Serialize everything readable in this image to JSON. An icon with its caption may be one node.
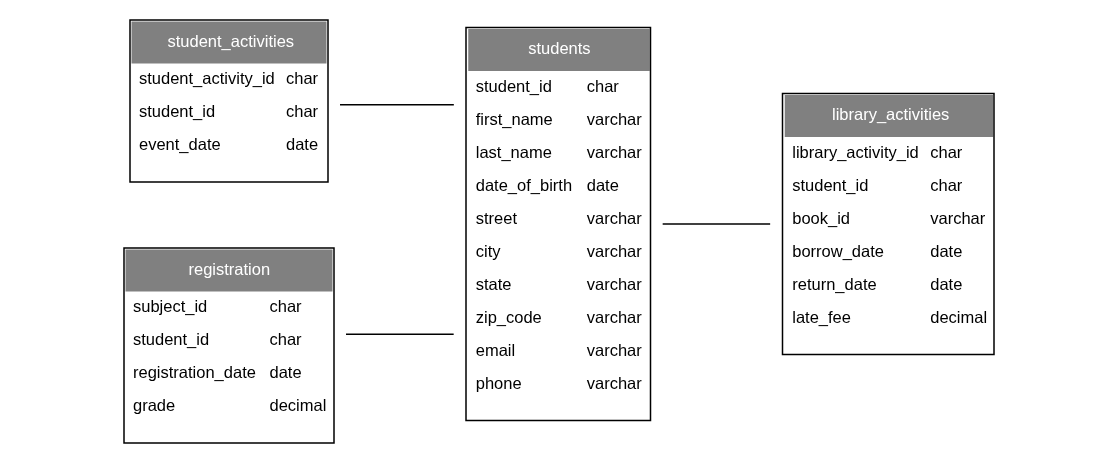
{
  "diagram": {
    "nodes": [
      {
        "text": [
          "student_activities",
          "student_activity_id",
          "char",
          "student_id",
          "char",
          "event_date",
          "date"
        ]
      },
      {
        "text": [
          "registration",
          "subject_id",
          "char",
          "student_id",
          "char",
          "registration_date",
          "date",
          "grade",
          "decimal"
        ]
      },
      {
        "text": [
          "students",
          "student_id",
          "char",
          "first_name",
          "varchar",
          "last_name",
          "varchar",
          "date_of_birth",
          "date",
          "street",
          "varchar",
          "city",
          "varchar",
          "state",
          "varchar",
          "zip_code",
          "varchar",
          "email",
          "varchar",
          "phone",
          "varchar"
        ]
      },
      {
        "text": [
          "library_activities",
          "library_activity_id",
          "char",
          "student_id",
          "char",
          "book_id",
          "varchar",
          "borrow_date",
          "date",
          "return_date",
          "date",
          "late_fee",
          "decimal"
        ]
      }
    ],
    "edges": [
      {
        "from": 0,
        "to": 2,
        "arrow": "none"
      },
      {
        "from": 1,
        "to": 2,
        "arrow": "none"
      },
      {
        "from": 2,
        "to": 3,
        "arrow": "none"
      }
    ]
  }
}
